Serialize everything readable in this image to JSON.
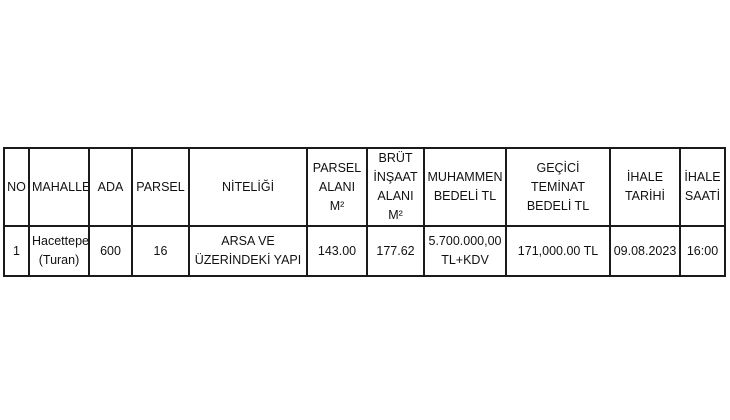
{
  "table": {
    "headers": [
      "NO",
      "MAHALLE",
      "ADA",
      "PARSEL",
      "NİTELİĞİ",
      "PARSEL\nALANI M²",
      "BRÜT\nİNŞAAT\nALANI M²",
      "MUHAMMEN\nBEDELİ TL",
      "GEÇİCİ TEMİNAT\nBEDELİ TL",
      "İHALE\nTARİHİ",
      "İHALE\nSAATİ"
    ],
    "rows": [
      [
        "1",
        "Hacettepe\n(Turan)",
        "600",
        "16",
        "ARSA VE\nÜZERİNDEKİ YAPI",
        "143.00",
        "177.62",
        "5.700.000,00\nTL+KDV",
        "171,000.00 TL",
        "09.08.2023",
        "16:00"
      ]
    ]
  }
}
